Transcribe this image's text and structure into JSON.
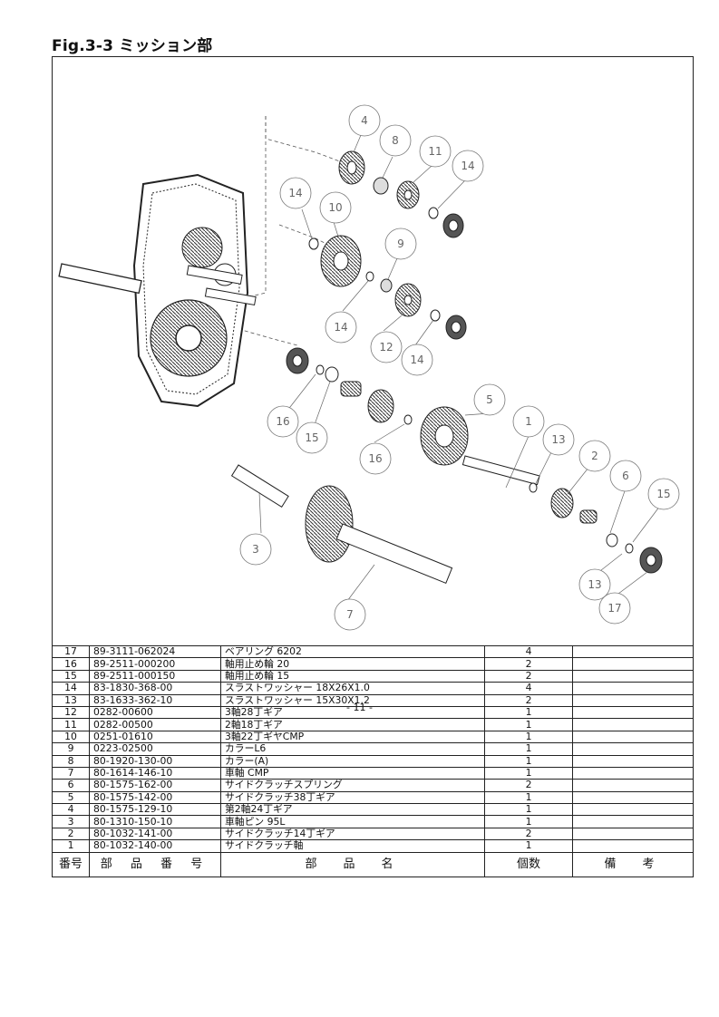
{
  "title": "Fig.3-3 ミッション部",
  "callouts": [
    "4",
    "8",
    "11",
    "14",
    "14",
    "10",
    "9",
    "14",
    "12",
    "14",
    "5",
    "1",
    "16",
    "15",
    "13",
    "16",
    "2",
    "6",
    "15",
    "3",
    "13",
    "17",
    "7"
  ],
  "table": {
    "headers": {
      "no": "番号",
      "part_number": "部 品 番 号",
      "name": "部　品　名",
      "qty": "個数",
      "remarks": "備　考"
    },
    "rows": [
      {
        "no": "17",
        "part_number": "89-3111-062024",
        "name": "ベアリング 6202",
        "qty": "4",
        "remarks": ""
      },
      {
        "no": "16",
        "part_number": "89-2511-000200",
        "name": "軸用止め輪 20",
        "qty": "2",
        "remarks": ""
      },
      {
        "no": "15",
        "part_number": "89-2511-000150",
        "name": "軸用止め輪 15",
        "qty": "2",
        "remarks": ""
      },
      {
        "no": "14",
        "part_number": "83-1830-368-00",
        "name": "スラストワッシャー 18X26X1.0",
        "qty": "4",
        "remarks": ""
      },
      {
        "no": "13",
        "part_number": "83-1633-362-10",
        "name": "スラストワッシャー 15X30X1.2",
        "qty": "2",
        "remarks": ""
      },
      {
        "no": "12",
        "part_number": "0282-00600",
        "name": "3軸28丁ギア",
        "qty": "1",
        "remarks": ""
      },
      {
        "no": "11",
        "part_number": "0282-00500",
        "name": "2軸18丁ギア",
        "qty": "1",
        "remarks": ""
      },
      {
        "no": "10",
        "part_number": "0251-01610",
        "name": "3軸22丁ギヤCMP",
        "qty": "1",
        "remarks": ""
      },
      {
        "no": "9",
        "part_number": "0223-02500",
        "name": "カラーL6",
        "qty": "1",
        "remarks": ""
      },
      {
        "no": "8",
        "part_number": "80-1920-130-00",
        "name": "カラー(A)",
        "qty": "1",
        "remarks": ""
      },
      {
        "no": "7",
        "part_number": "80-1614-146-10",
        "name": "車軸 CMP",
        "qty": "1",
        "remarks": ""
      },
      {
        "no": "6",
        "part_number": "80-1575-162-00",
        "name": "サイドクラッチスプリング",
        "qty": "2",
        "remarks": ""
      },
      {
        "no": "5",
        "part_number": "80-1575-142-00",
        "name": "サイドクラッチ38丁ギア",
        "qty": "1",
        "remarks": ""
      },
      {
        "no": "4",
        "part_number": "80-1575-129-10",
        "name": "第2軸24丁ギア",
        "qty": "1",
        "remarks": ""
      },
      {
        "no": "3",
        "part_number": "80-1310-150-10",
        "name": "車軸ピン 95L",
        "qty": "1",
        "remarks": ""
      },
      {
        "no": "2",
        "part_number": "80-1032-141-00",
        "name": "サイドクラッチ14丁ギア",
        "qty": "2",
        "remarks": ""
      },
      {
        "no": "1",
        "part_number": "80-1032-140-00",
        "name": "サイドクラッチ軸",
        "qty": "1",
        "remarks": ""
      }
    ]
  },
  "page_number": "- 11 -"
}
